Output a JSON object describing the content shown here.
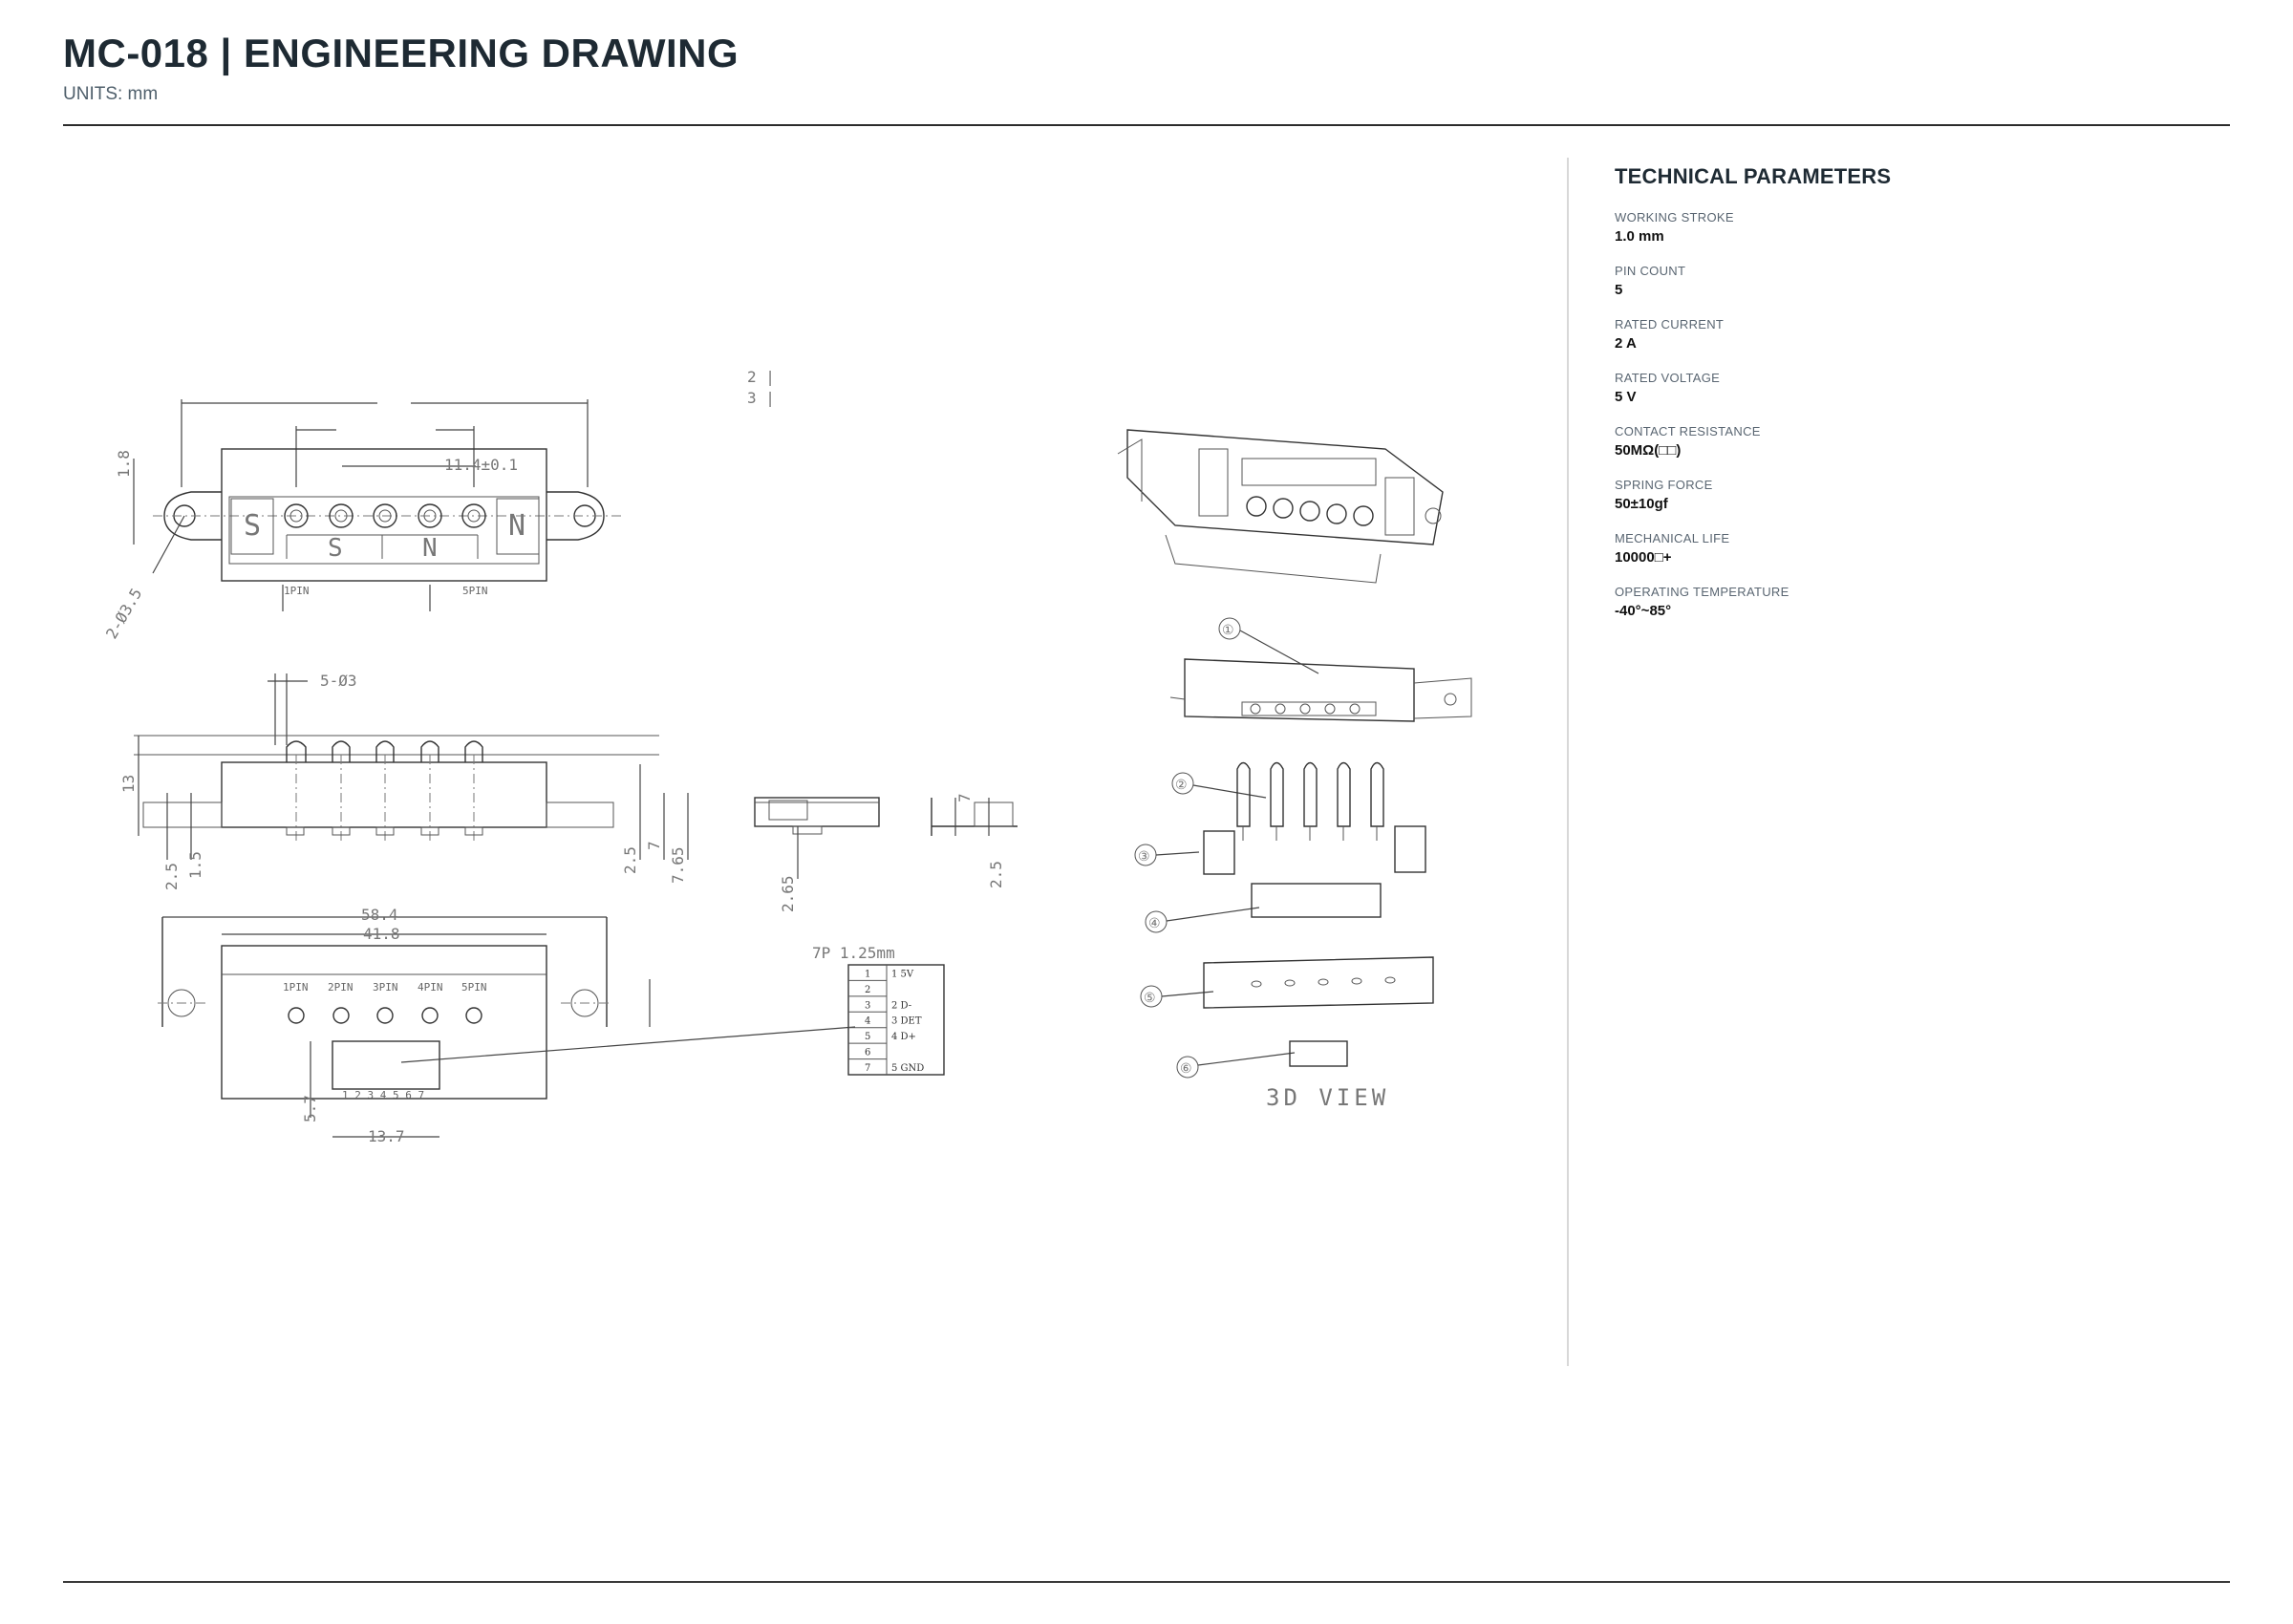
{
  "header": {
    "title": "MC-018  |  ENGINEERING DRAWING",
    "units": "UNITS: mm"
  },
  "parameters": {
    "heading": "TECHNICAL PARAMETERS",
    "items": [
      {
        "label": "WORKING STROKE",
        "value": "1.0 mm"
      },
      {
        "label": "PIN COUNT",
        "value": "5"
      },
      {
        "label": "RATED CURRENT",
        "value": "2 A"
      },
      {
        "label": "RATED VOLTAGE",
        "value": "5 V"
      },
      {
        "label": "CONTACT RESISTANCE",
        "value": "50MΩ(□□)"
      },
      {
        "label": "SPRING FORCE",
        "value": "50±10gf"
      },
      {
        "label": "MECHANICAL LIFE",
        "value": "10000□+"
      },
      {
        "label": "OPERATING TEMPERATURE",
        "value": "-40°~85°"
      }
    ]
  },
  "drawing": {
    "top_view": {
      "dim_height": "1.8",
      "dim_pitch": "11.4±0.1",
      "dim_mount_hole": "2-Ø3.5",
      "pin_first": "1PIN",
      "pin_last": "5PIN",
      "polarity": [
        "S",
        "S",
        "N",
        "N"
      ]
    },
    "side_view": {
      "dim_pin_dia": "5-Ø3",
      "dim_height": "13",
      "dim_base_a": "2.5",
      "dim_base_b": "1.5",
      "dim_right_a": "2.5",
      "dim_right_b": "7",
      "dim_right_c": "7.65"
    },
    "section_view": {
      "dim": "2.65"
    },
    "end_view": {
      "dim_a": "7",
      "dim_b": "2.5"
    },
    "front_view": {
      "dim_overall": "58.4",
      "dim_body": "41.8",
      "pin_labels": [
        "1PIN",
        "2PIN",
        "3PIN",
        "4PIN",
        "5PIN"
      ],
      "connector_pins": "1 2 3 4 5 6 7",
      "dim_connector_height": "5.7",
      "dim_connector_width": "13.7"
    },
    "wiring_table": {
      "title": "7P 1.25mm",
      "rows": [
        {
          "pin": "1",
          "signal": "1 5V"
        },
        {
          "pin": "2",
          "signal": ""
        },
        {
          "pin": "3",
          "signal": "2 D-"
        },
        {
          "pin": "4",
          "signal": "3 DET"
        },
        {
          "pin": "5",
          "signal": "4 D+"
        },
        {
          "pin": "6",
          "signal": ""
        },
        {
          "pin": "7",
          "signal": "5 GND"
        }
      ]
    },
    "exploded_view": {
      "callouts": [
        "①",
        "②",
        "③",
        "④",
        "⑤",
        "⑥"
      ],
      "label": "3D VIEW"
    }
  }
}
